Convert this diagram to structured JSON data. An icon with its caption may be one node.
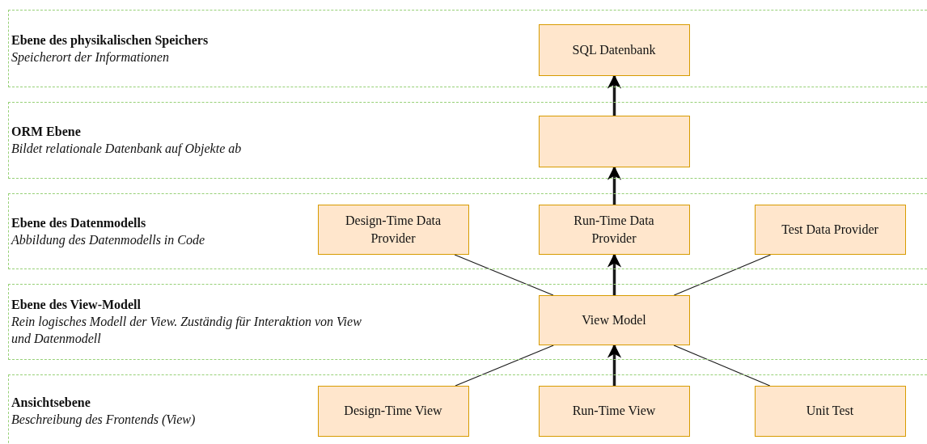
{
  "diagram": {
    "nodes": [
      {
        "text": [
          "Ebene des physikalischen Speichers",
          "Speicherort der Informationen"
        ]
      },
      {
        "text": [
          "SQL Datenbank"
        ],
        "in": 0
      },
      {
        "text": [
          "ORM Ebene",
          "Bildet relationale Datenbank auf Objekte ab"
        ]
      },
      {
        "text": [],
        "shape": "box",
        "in": 2
      },
      {
        "text": [
          "Ebene des Datenmodells",
          "Abbildung des Datenmodells in Code"
        ]
      },
      {
        "text": [
          "Design-Time Data Provider"
        ],
        "in": 4
      },
      {
        "text": [
          "Run-Time Data Provider"
        ],
        "in": 4
      },
      {
        "text": [
          "Test Data Provider"
        ],
        "in": 4
      },
      {
        "text": [
          "Ebene des View-Modell",
          "Rein logisches Modell der View. Zuständig für Interaktion von View und Datenmodell"
        ]
      },
      {
        "text": [
          "View Model"
        ],
        "in": 8
      },
      {
        "text": [
          "Ansichtsebene",
          "Beschreibung des Frontends (View)"
        ]
      },
      {
        "text": [
          "Design-Time View"
        ],
        "in": 10
      },
      {
        "text": [
          "Run-Time View"
        ],
        "in": 10
      },
      {
        "text": [
          "Unit Test"
        ],
        "in": 10
      }
    ],
    "edges": [
      {
        "from": 3,
        "to": 1,
        "arrow": "to",
        "style": "thick"
      },
      {
        "from": 6,
        "to": 3,
        "arrow": "to",
        "style": "thick"
      },
      {
        "from": 9,
        "to": 6,
        "arrow": "to",
        "style": "thick"
      },
      {
        "from": 9,
        "to": 5,
        "arrow": "none"
      },
      {
        "from": 9,
        "to": 7,
        "arrow": "none"
      },
      {
        "from": 11,
        "to": 9,
        "arrow": "none"
      },
      {
        "from": 12,
        "to": 9,
        "arrow": "to",
        "style": "thick"
      },
      {
        "from": 13,
        "to": 9,
        "arrow": "none"
      }
    ]
  }
}
